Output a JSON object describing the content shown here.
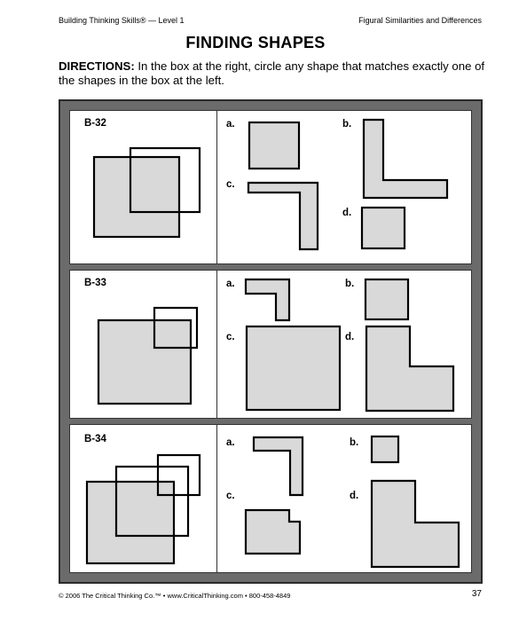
{
  "header": {
    "left": "Building Thinking Skills® — Level 1",
    "right": "Figural Similarities and Differences"
  },
  "title": "FINDING SHAPES",
  "directions": {
    "label": "DIRECTIONS:",
    "text": " In the box at the right, circle any shape that matches exactly one of the shapes in the box at the left."
  },
  "problems": [
    {
      "id": "B-32",
      "options": [
        "a.",
        "b.",
        "c.",
        "d."
      ]
    },
    {
      "id": "B-33",
      "options": [
        "a.",
        "b.",
        "c.",
        "d."
      ]
    },
    {
      "id": "B-34",
      "options": [
        "a.",
        "b.",
        "c.",
        "d."
      ]
    }
  ],
  "footer": {
    "left": "© 2006 The Critical Thinking Co.™ • www.CriticalThinking.com • 800-458-4849",
    "page_number": "37"
  }
}
